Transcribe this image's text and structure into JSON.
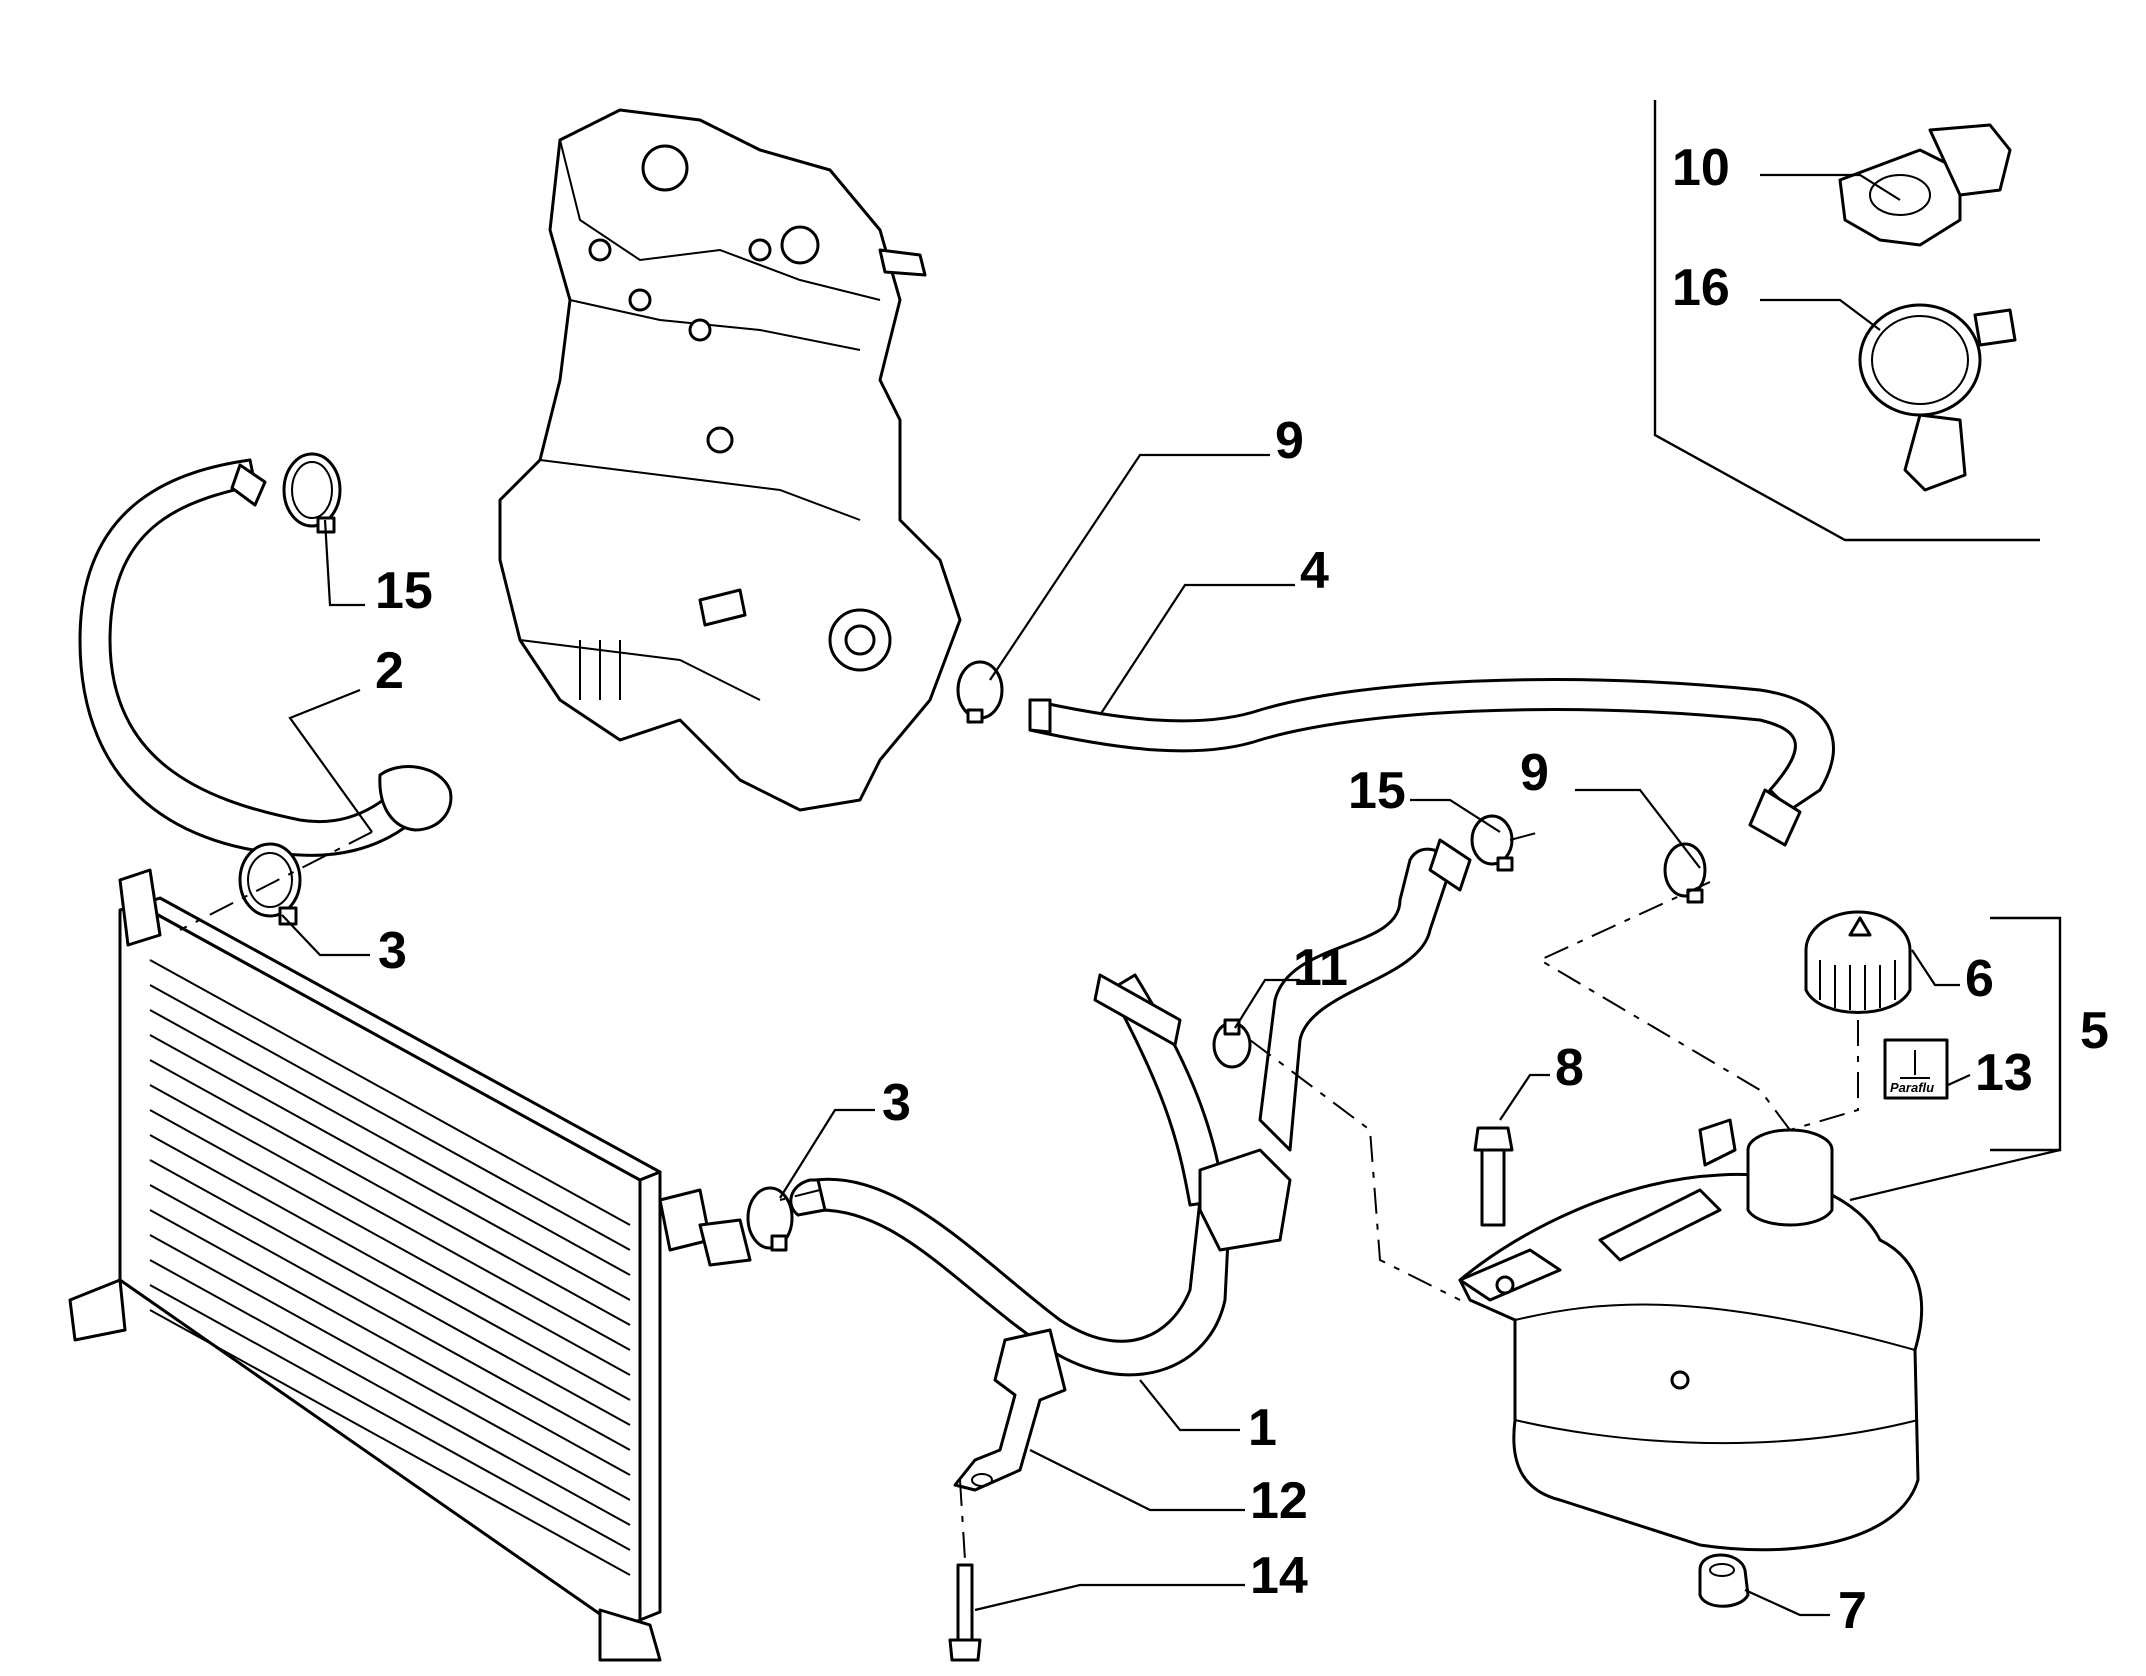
{
  "diagram": {
    "callouts": {
      "c1": "1",
      "c2": "2",
      "c3a": "3",
      "c3b": "3",
      "c4": "4",
      "c5": "5",
      "c6": "6",
      "c7": "7",
      "c8": "8",
      "c9a": "9",
      "c9b": "9",
      "c10": "10",
      "c11": "11",
      "c12": "12",
      "c13": "13",
      "c14": "14",
      "c15a": "15",
      "c15b": "15",
      "c16": "16"
    },
    "decal_text": "Paraflu"
  }
}
